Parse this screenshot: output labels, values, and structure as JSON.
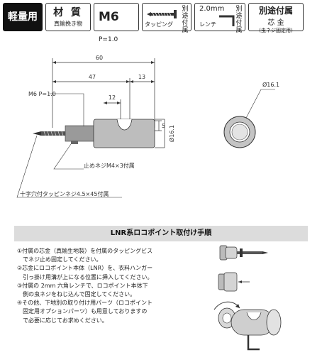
{
  "badges": {
    "light": "軽量用",
    "material_title": "材 質",
    "material_sub": "真鍮挽き物",
    "thread_big": "M6",
    "thread_small": "P=1.0",
    "screw_label": "タッピング",
    "screw_side": "別途付属",
    "wrench_size": "2.0mm",
    "wrench_label": "レンチ",
    "wrench_side": "別途付属",
    "core_title": "別途付属",
    "core_sub": "芯 金",
    "core_note": "(虫ネジ固定用)"
  },
  "drawing": {
    "dim_60": "60",
    "dim_47": "47",
    "dim_13": "13",
    "dim_12": "12",
    "dim_5": "5",
    "dim_d161_side": "Ø16.1",
    "dim_d161_end": "Ø16.1",
    "thread_label": "M6 P=1.0",
    "set_screw_label": "止めネジM4×3付属",
    "tap_screw_label": "十字穴付タッピンネジ4.5×45付属"
  },
  "instructions": {
    "title": "LNR系ロコポイント取付け手順",
    "steps": [
      "①付属の芯金（真鍮生地製）を付属のタッピングビス",
      "　でネジ止め固定してください。",
      "②芯金にロコポイント本体（LNR）を、衣料ハンガー",
      "　引っ掛け用溝が上になる位置に挿入してください。",
      "③付属の 2mm 六角レンチで、ロコポイント本体下",
      "　側の虫ネジをねじ込んで固定してください。",
      "④その他、下地別の取り付け用パーツ（ロコポイント",
      "　固定用オプションパーツ）も用意しておりますの",
      "　で必要に応じてお求めください。"
    ]
  },
  "colors": {
    "black_badge": "#111111",
    "banner_gray": "#dcdcdc",
    "body_gray": "#bdbdbd"
  }
}
